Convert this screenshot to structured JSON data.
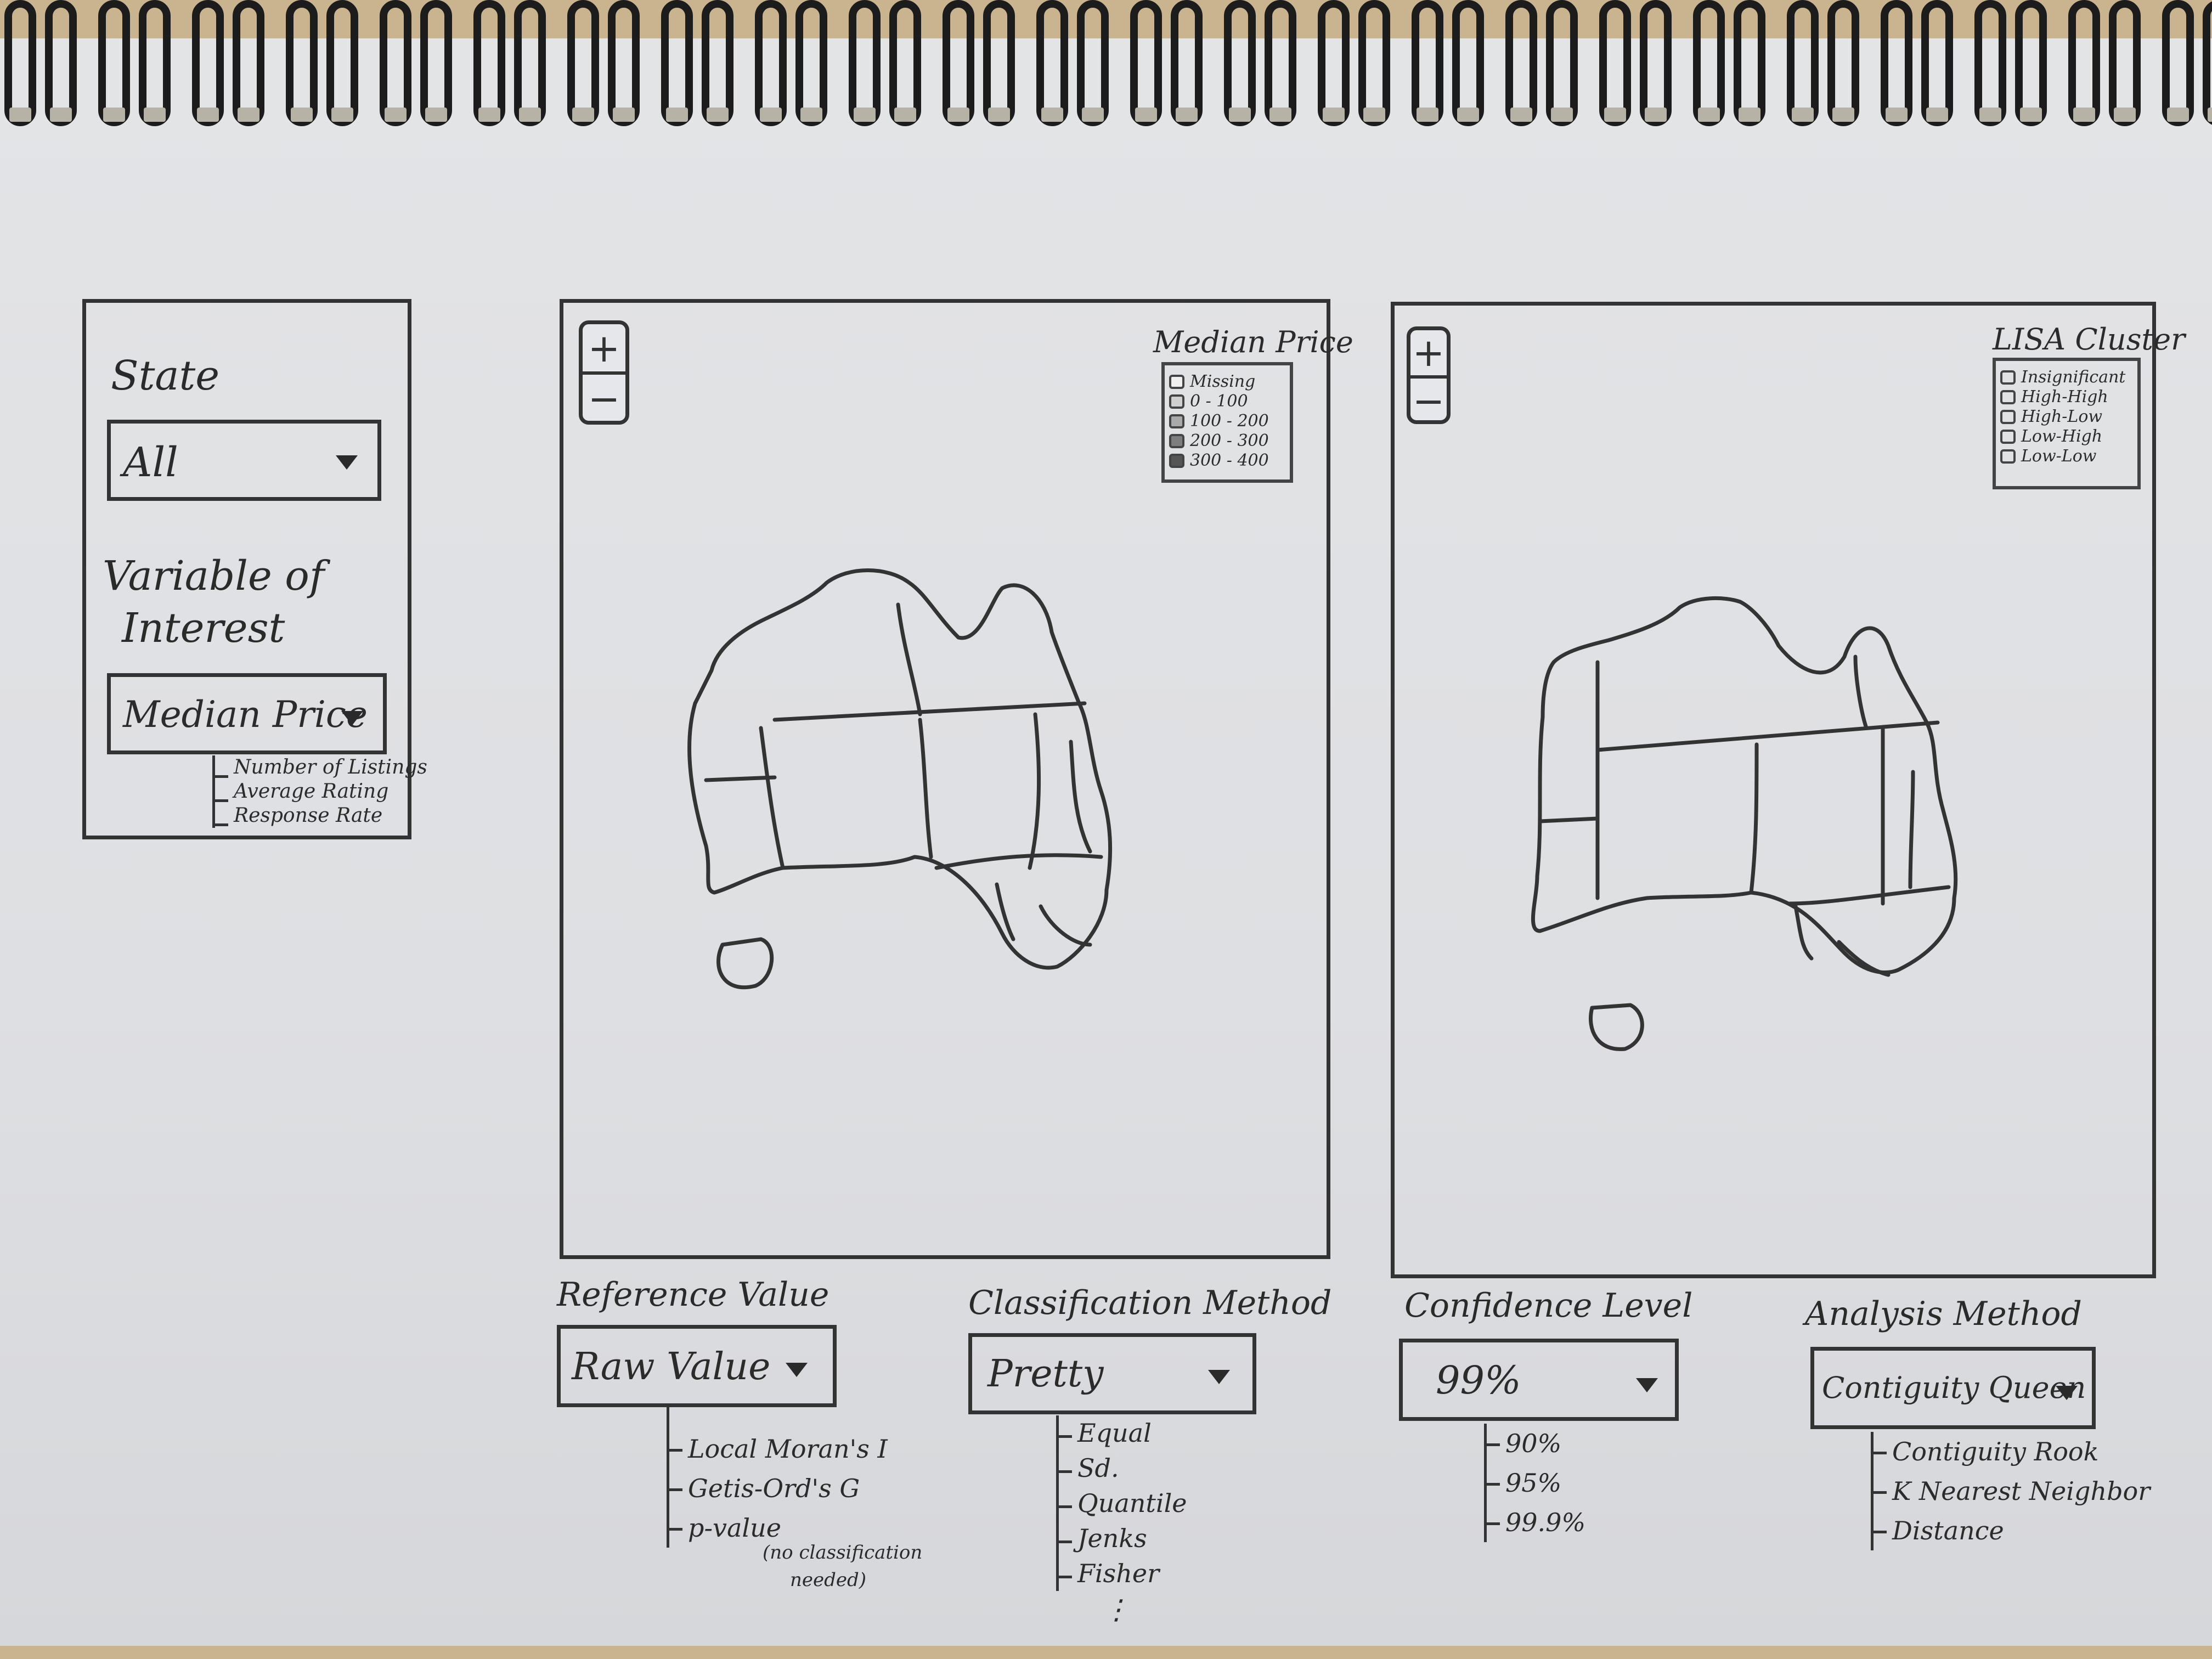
{
  "sidebar": {
    "state_label": "State",
    "state_value": "All",
    "variable_label_line1": "Variable of",
    "variable_label_line2": "Interest",
    "variable_value": "Median Price",
    "variable_options": [
      "Number of Listings",
      "Average Rating",
      "Response Rate"
    ]
  },
  "map_left": {
    "zoom_in": "+",
    "zoom_out": "−",
    "legend_title": "Median Price",
    "legend_items": [
      "Missing",
      "0 - 100",
      "100 - 200",
      "200 - 300",
      "300 - 400"
    ],
    "legend_colors": [
      "#f0f0f0",
      "#cfcfcf",
      "#a9a9a9",
      "#7e7e7e",
      "#555555"
    ]
  },
  "map_right": {
    "zoom_in": "+",
    "zoom_out": "−",
    "legend_title": "LISA Cluster",
    "legend_items": [
      "Insignificant",
      "High-High",
      "High-Low",
      "Low-High",
      "Low-Low"
    ]
  },
  "controls": {
    "reference": {
      "label": "Reference Value",
      "value": "Raw Value",
      "options": [
        "Local Moran's I",
        "Getis-Ord's G",
        "p-value"
      ],
      "note_line1": "(no classification",
      "note_line2": "needed)"
    },
    "classification": {
      "label": "Classification Method",
      "value": "Pretty",
      "options": [
        "Equal",
        "Sd.",
        "Quantile",
        "Jenks",
        "Fisher"
      ],
      "more": "⋮"
    },
    "confidence": {
      "label": "Confidence Level",
      "value": "99%",
      "options": [
        "90%",
        "95%",
        "99.9%"
      ]
    },
    "analysis": {
      "label": "Analysis Method",
      "value": "Contiguity Queen",
      "options": [
        "Contiguity Rook",
        "K Nearest Neighbor",
        "Distance"
      ]
    }
  }
}
